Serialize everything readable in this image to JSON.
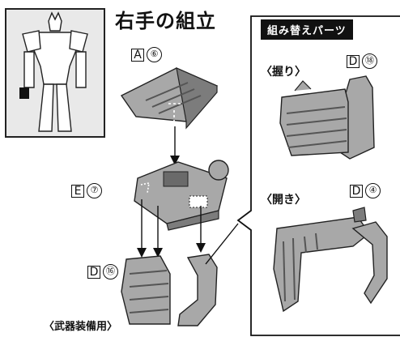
{
  "title": "右手の組立",
  "panel": {
    "header": "組み替えパーツ",
    "grip_label": "〈握り〉",
    "open_label": "〈開き〉",
    "grip_part": {
      "letter": "D",
      "number": "⑱"
    },
    "open_part": {
      "letter": "D",
      "number": "④"
    }
  },
  "parts": {
    "top": {
      "letter": "A",
      "number": "⑥"
    },
    "middle": {
      "letter": "E",
      "number": "⑦"
    },
    "bottom": {
      "letter": "D",
      "number": "⑯"
    }
  },
  "bottom_label": "〈武器装備用〉",
  "colors": {
    "part_fill": "#a8a8a8",
    "part_dark": "#7c7c7c",
    "ink": "#111111"
  }
}
